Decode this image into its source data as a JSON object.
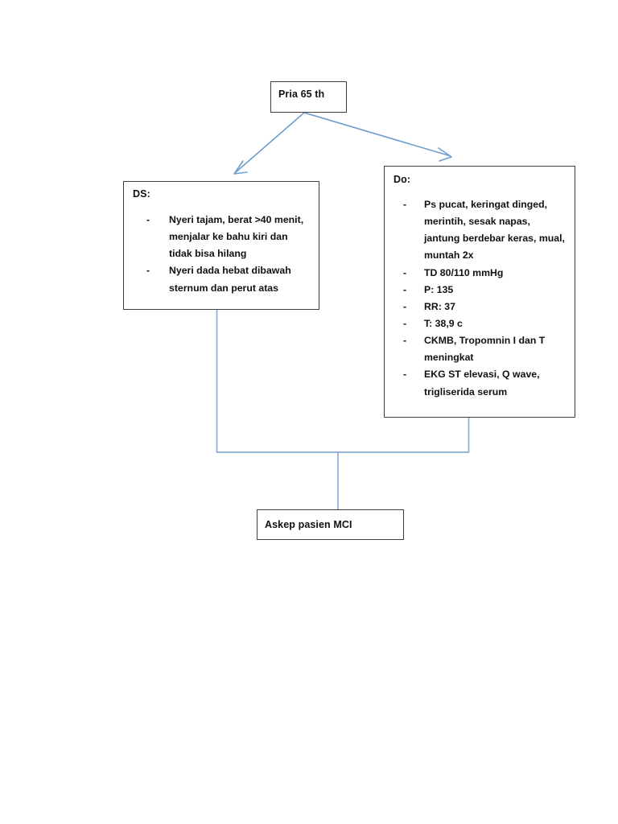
{
  "diagram": {
    "stroke_color": "#3f3f3f",
    "connector_color": "#6f9ed0",
    "text_color": "#111111",
    "background": "#ffffff",
    "nodes": {
      "patient": {
        "label": "Pria 65 th"
      },
      "subjective": {
        "title": "DS:",
        "items": [
          "Nyeri tajam, berat >40 menit, menjalar  ke bahu kiri dan tidak bisa hilang",
          "Nyeri dada hebat dibawah sternum dan perut atas"
        ]
      },
      "objective": {
        "title": "Do:",
        "items": [
          "Ps pucat, keringat dinged, merintih, sesak napas, jantung berdebar keras, mual, muntah 2x",
          "TD 80/110 mmHg",
          "P: 135",
          "RR: 37",
          "T: 38,9 c",
          "CKMB, Tropomnin I dan T meningkat",
          "EKG ST elevasi, Q wave, trigliserida serum"
        ]
      },
      "outcome": {
        "label": "Askep pasien MCI"
      }
    },
    "connectors": [
      {
        "name": "patient-to-ds",
        "type": "arrow"
      },
      {
        "name": "patient-to-do",
        "type": "arrow"
      },
      {
        "name": "ds-to-outcome",
        "type": "elbow"
      },
      {
        "name": "do-to-outcome",
        "type": "elbow"
      }
    ],
    "bullet_glyph": "-"
  }
}
